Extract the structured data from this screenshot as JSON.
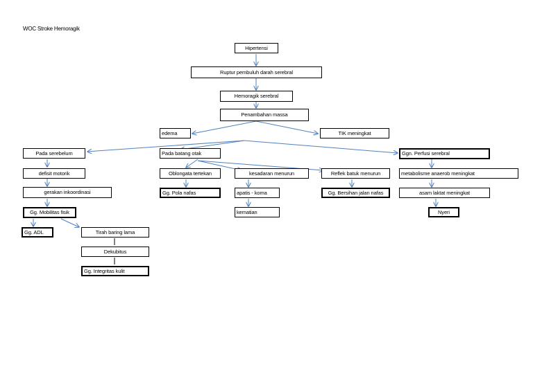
{
  "title": "WOC Stroke Hemoragik",
  "colors": {
    "arrow": "#4f81bd",
    "box_border": "#000000"
  },
  "nodes": {
    "hipertensi": "Hipertensi",
    "ruptur": "Ruptur pembuluh darah serebral",
    "hemoragik": "Hemoragik serebral",
    "penambahan": "Penambahan massa",
    "edema": "edema",
    "tik": "TIK meningkat",
    "serebelum": "Pada serebelum",
    "batang_otak": "Pada batang otak",
    "ggn_perfusi": "Ggn. Perfusi serebral",
    "defisit_motorik": "defisit motorik",
    "gerakan": "gerakan inkoordinasi",
    "gg_mobilitas": "Gg. Mobilitas fisik",
    "gg_adl": "Gg. ADL",
    "tirah_baring": "Tirah baring lama",
    "dekubitus": "Dekubitus",
    "gg_integritas": "Gg. Integritas kulit",
    "oblongata": "Oblongata tertekan",
    "gg_pola_nafas": "Gg. Pola nafas",
    "kesadaran": "kesadaran menurun",
    "apatis": "apatis - koma",
    "kematian": "kematian",
    "reflek_batuk": "Reflek batuk menurun",
    "gg_bersihan": "Gg. Bersihan jalan nafas",
    "metabolisme": "metabolisme anaerob meningkat",
    "asam_laktat": "asam laktat meningkat",
    "nyeri": "Nyeri"
  }
}
